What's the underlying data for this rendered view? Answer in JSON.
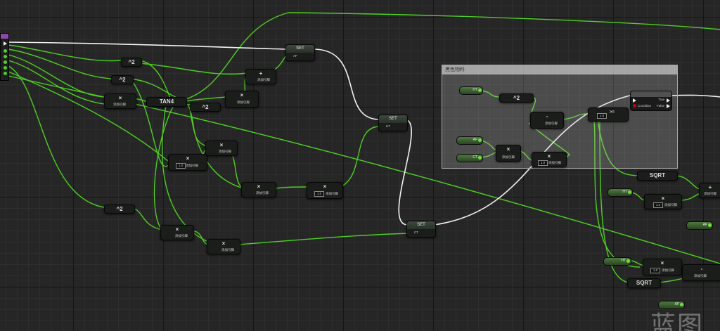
{
  "graph": {
    "comment_title": "黑色物料",
    "watermark": "蓝图"
  },
  "nodes": {
    "sqrt_ops": [
      "SQRT",
      "SQRT"
    ],
    "tan": "TAN4",
    "pow": "^2",
    "multiply": "×",
    "add": "+",
    "subtract": "-",
    "pin_label": "添加引脚",
    "set_label": "SET",
    "condition": "Condition",
    "false": "False",
    "true": "True",
    "literal": "1.0",
    "compare": ">="
  },
  "vars": {
    "ht": "HT",
    "af": "AF",
    "ct": "CT"
  },
  "colors": {
    "float_wire": "#4fcf24",
    "exec_wire": "#f2f2f2",
    "grid": "#262626"
  }
}
